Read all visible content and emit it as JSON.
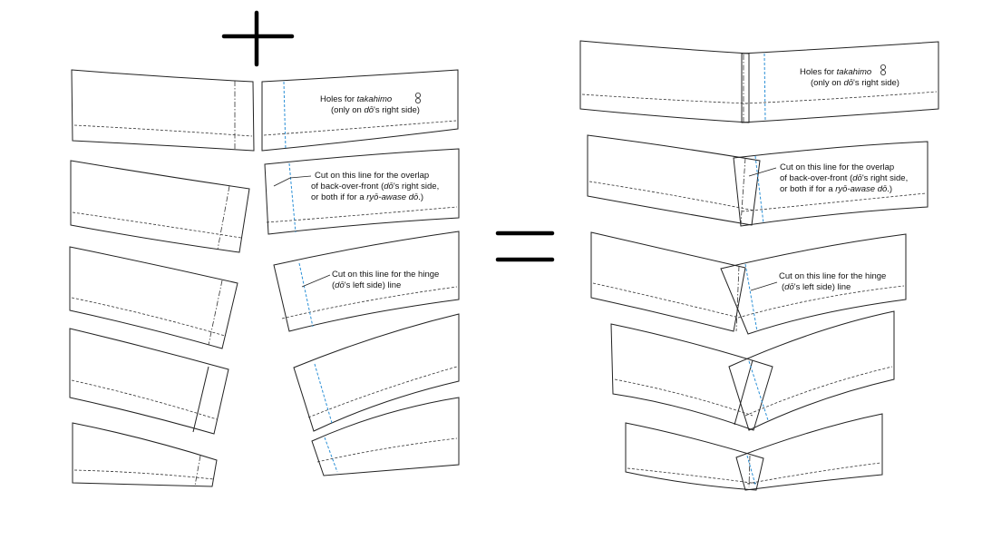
{
  "symbols": {
    "plus": "plus-sign",
    "equals": "equals-sign"
  },
  "annotations": {
    "holes": {
      "line1_prefix": "Holes for ",
      "line1_italic": "takahimo",
      "line2_prefix": "(only on ",
      "line2_italic": "dō",
      "line2_suffix": "'s right side)"
    },
    "overlap": {
      "line1": "Cut on this line for the overlap",
      "line2_prefix": "of back-over-front (",
      "line2_italic": "dō",
      "line2_suffix": "'s right side,",
      "line3_prefix": "or both if for a ",
      "line3_italic": "ryō-awase dō",
      "line3_suffix": ".)"
    },
    "hinge": {
      "line1": "Cut on this line for the hinge",
      "line2_prefix": "(",
      "line2_italic": "dō",
      "line2_suffix": "'s left side) line"
    }
  },
  "colors": {
    "cut_line": "#2a8fd6",
    "outline": "#222222"
  }
}
